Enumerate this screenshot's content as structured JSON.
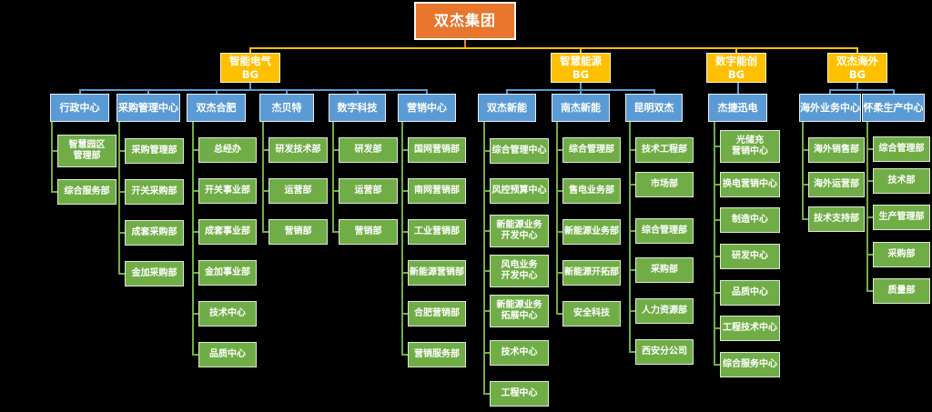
{
  "page": {
    "background": "#000000"
  },
  "org": {
    "colors": {
      "root_fill": "#E8762C",
      "bg_fill": "#FFC000",
      "company_fill": "#5B9BD5",
      "dept_fill": "#70AD47",
      "root_line": "#ED7D31",
      "bg_line": "#FFC000",
      "company_line": "#5B9BD5",
      "dept_line": "#70AD47",
      "text": "#FFFFFF"
    },
    "root": {
      "label": "双杰集团"
    },
    "groups": [
      {
        "label": "智能电气BG",
        "companies": [
          {
            "label": "行政中心",
            "depts": [
              "智慧园区\n管理部",
              "综合服务部"
            ]
          },
          {
            "label": "采购管理中心",
            "depts": [
              "采购管理部",
              "开关采购部",
              "成套采购部",
              "金加采购部"
            ]
          },
          {
            "label": "双杰合肥",
            "depts": [
              "总经办",
              "开关事业部",
              "成套事业部",
              "金加事业部",
              "技术中心",
              "品质中心"
            ]
          },
          {
            "label": "杰贝特",
            "depts": [
              "研发技术部",
              "运营部",
              "营销部"
            ]
          },
          {
            "label": "数字科技",
            "depts": [
              "研发部",
              "运营部",
              "营销部"
            ]
          },
          {
            "label": "营销中心",
            "depts": [
              "国网营销部",
              "南网营销部",
              "工业营销部",
              "新能源营销部",
              "合肥营销部",
              "营销服务部"
            ]
          }
        ]
      },
      {
        "label": "智慧能源BG",
        "companies": [
          {
            "label": "双杰新能",
            "depts": [
              "综合管理中心",
              "风控预算中心",
              "新能源业务\n开发中心",
              "风电业务\n开发中心",
              "新能源业务\n拓展中心",
              "技术中心",
              "工程中心"
            ]
          },
          {
            "label": "南杰新能",
            "depts": [
              "综合管理部",
              "售电业务部",
              "新能源业务部",
              "新能源开拓部",
              "安全科技"
            ]
          },
          {
            "label": "昆明双杰",
            "depts": [
              "技术工程部",
              "市场部",
              "综合管理部",
              "采购部",
              "人力资源部",
              "西安分公司"
            ]
          }
        ]
      },
      {
        "label": "数字能创BG",
        "companies": [
          {
            "label": "杰捷迅电",
            "depts": [
              "光储充\n营销中心",
              "换电营销中心",
              "制造中心",
              "研发中心",
              "品质中心",
              "工程技术中心",
              "综合服务中心"
            ]
          }
        ]
      },
      {
        "label": "双杰海外BG",
        "companies": [
          {
            "label": "海外业务中心",
            "depts": [
              "海外销售部",
              "海外运营部",
              "技术支持部"
            ]
          },
          {
            "label": "怀柔生产中心",
            "depts": [
              "综合管理部",
              "技术部",
              "生产管理部",
              "采购部",
              "质量部"
            ]
          }
        ]
      }
    ]
  }
}
